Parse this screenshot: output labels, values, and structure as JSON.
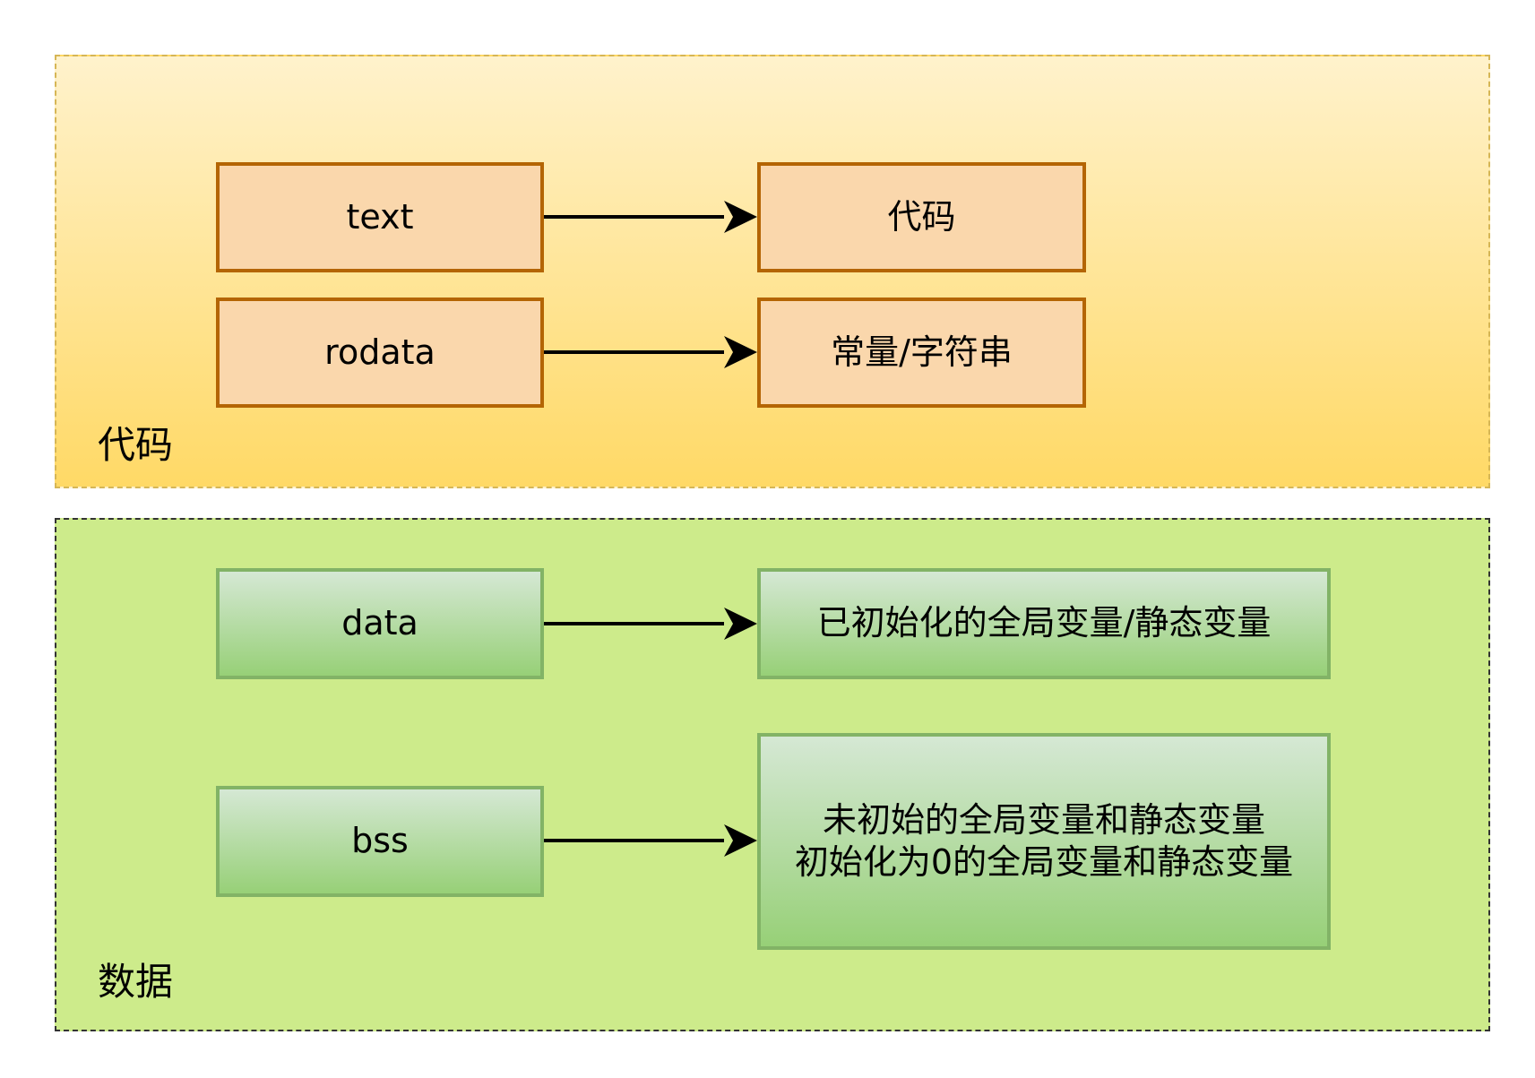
{
  "groups": {
    "code": {
      "label": "代码"
    },
    "data": {
      "label": "数据"
    }
  },
  "boxes": {
    "text": "text",
    "code": "代码",
    "rodata": "rodata",
    "const": "常量/字符串",
    "data": "data",
    "init": "已初始化的全局变量/静态变量",
    "bss": "bss",
    "uninit": "未初始的全局变量和静态变量\n初始化为0的全局变量和静态变量"
  },
  "colors": {
    "code_fill_top": "#fff2cc",
    "code_fill_bottom": "#ffd966",
    "code_border": "#d6b656",
    "orange_box_fill": "#fad7ac",
    "orange_box_border": "#b46504",
    "data_fill": "#cdeb8b",
    "green_box_fill_top": "#d5e8d4",
    "green_box_fill_bottom": "#97d077",
    "green_box_border": "#82b366"
  }
}
